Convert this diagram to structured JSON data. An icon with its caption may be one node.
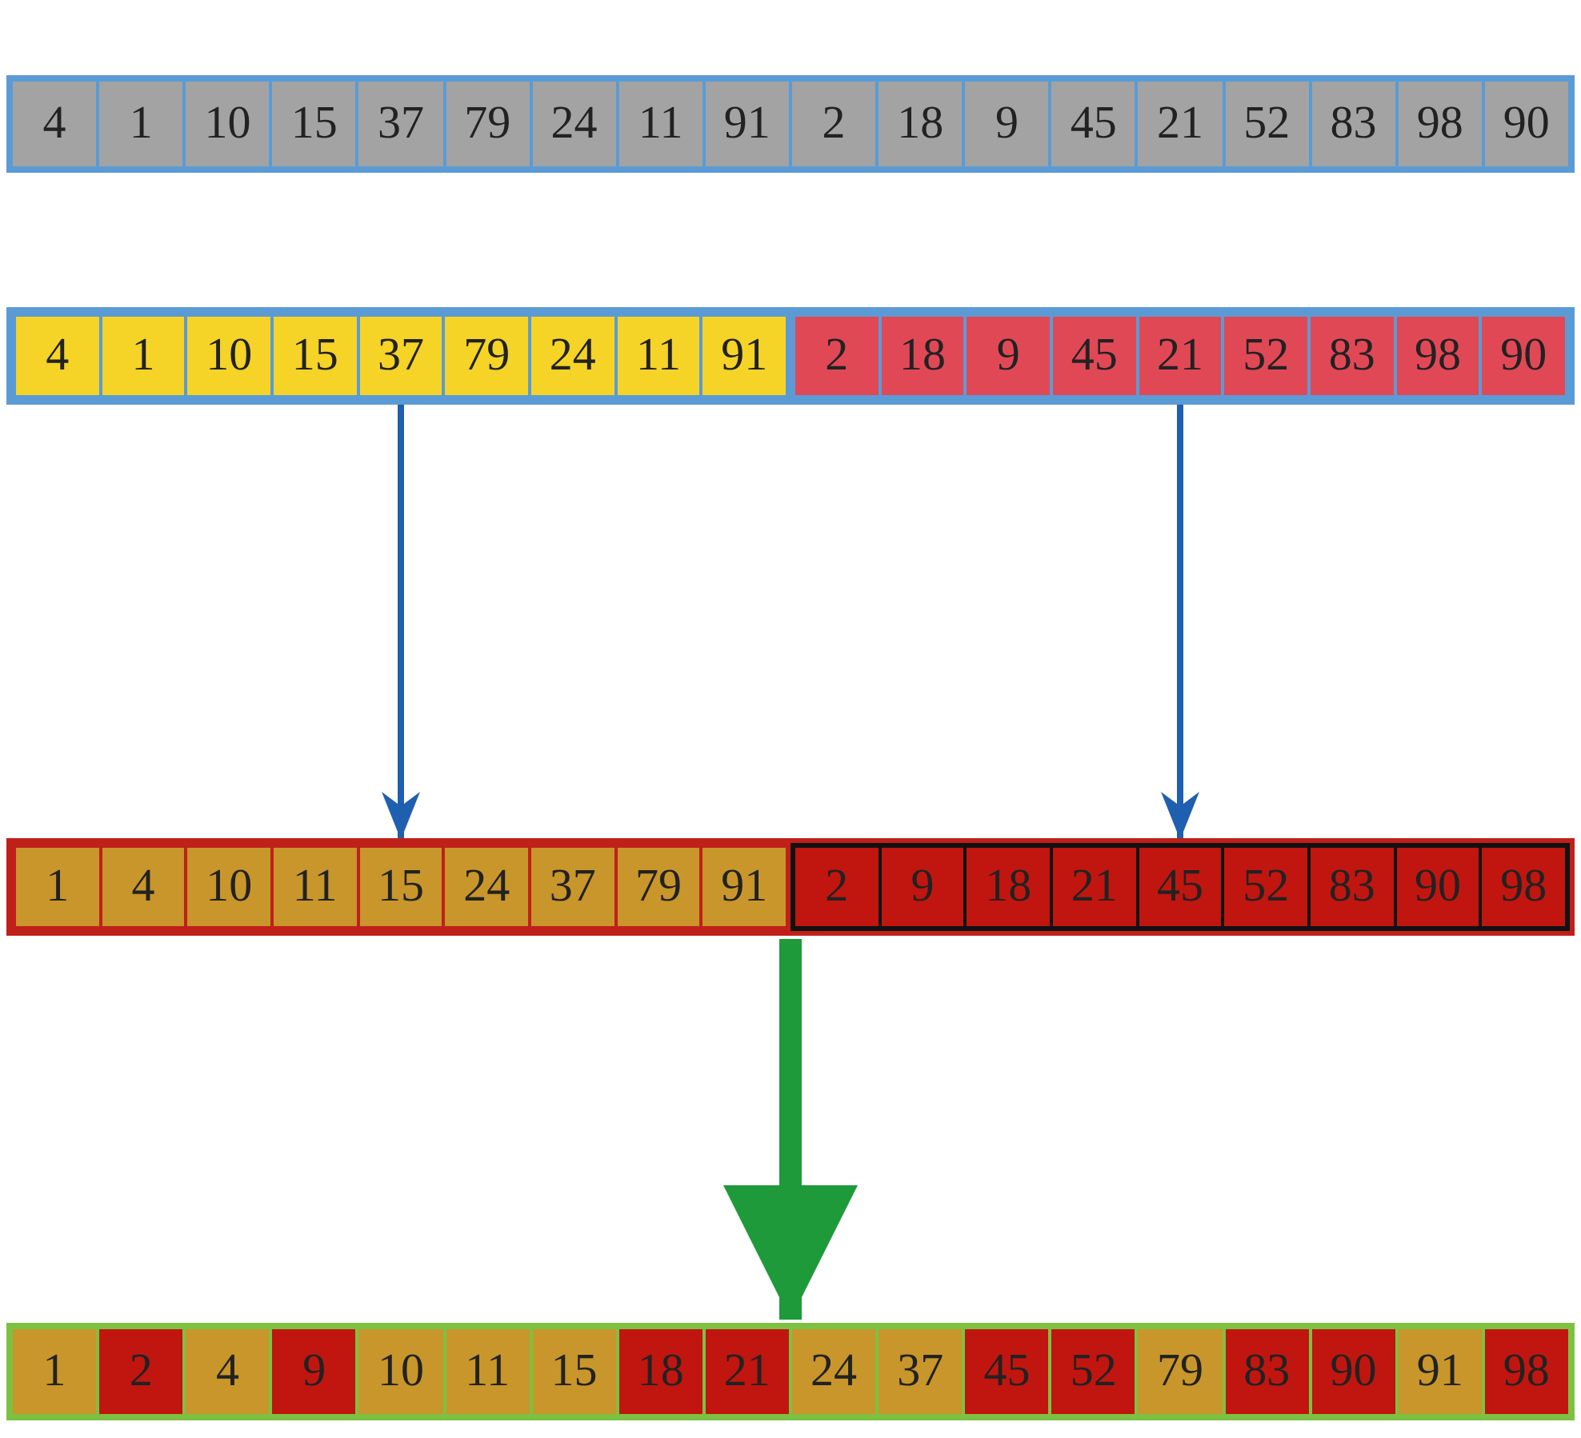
{
  "diagram": {
    "nodes": [
      {
        "text": [],
        "shape": "bar"
      },
      {
        "text": [
          "4"
        ],
        "in": 0
      },
      {
        "text": [
          "1"
        ],
        "in": 0
      },
      {
        "text": [
          "10"
        ],
        "in": 0
      },
      {
        "text": [
          "15"
        ],
        "in": 0
      },
      {
        "text": [
          "37"
        ],
        "in": 0
      },
      {
        "text": [
          "79"
        ],
        "in": 0
      },
      {
        "text": [
          "24"
        ],
        "in": 0
      },
      {
        "text": [
          "11"
        ],
        "in": 0
      },
      {
        "text": [
          "91"
        ],
        "in": 0
      },
      {
        "text": [
          "2"
        ],
        "in": 0
      },
      {
        "text": [
          "18"
        ],
        "in": 0
      },
      {
        "text": [
          "9"
        ],
        "in": 0
      },
      {
        "text": [
          "45"
        ],
        "in": 0
      },
      {
        "text": [
          "21"
        ],
        "in": 0
      },
      {
        "text": [
          "52"
        ],
        "in": 0
      },
      {
        "text": [
          "83"
        ],
        "in": 0
      },
      {
        "text": [
          "98"
        ],
        "in": 0
      },
      {
        "text": [
          "90"
        ],
        "in": 0
      },
      {
        "text": [],
        "shape": "bar"
      },
      {
        "text": [],
        "shape": "bar",
        "in": 19
      },
      {
        "text": [
          "4"
        ],
        "in": 20
      },
      {
        "text": [
          "1"
        ],
        "in": 20
      },
      {
        "text": [
          "10"
        ],
        "in": 20
      },
      {
        "text": [
          "15"
        ],
        "in": 20
      },
      {
        "text": [
          "37"
        ],
        "in": 20
      },
      {
        "text": [
          "79"
        ],
        "in": 20
      },
      {
        "text": [
          "24"
        ],
        "in": 20
      },
      {
        "text": [
          "11"
        ],
        "in": 20
      },
      {
        "text": [
          "91"
        ],
        "in": 20
      },
      {
        "text": [],
        "shape": "bar",
        "in": 19
      },
      {
        "text": [
          "2"
        ],
        "in": 30
      },
      {
        "text": [
          "18"
        ],
        "in": 30
      },
      {
        "text": [
          "9"
        ],
        "in": 30
      },
      {
        "text": [
          "45"
        ],
        "in": 30
      },
      {
        "text": [
          "21"
        ],
        "in": 30
      },
      {
        "text": [
          "52"
        ],
        "in": 30
      },
      {
        "text": [
          "83"
        ],
        "in": 30
      },
      {
        "text": [
          "98"
        ],
        "in": 30
      },
      {
        "text": [
          "90"
        ],
        "in": 30
      },
      {
        "text": [],
        "shape": "bar"
      },
      {
        "text": [],
        "shape": "bar",
        "in": 40
      },
      {
        "text": [
          "1"
        ],
        "in": 41
      },
      {
        "text": [
          "4"
        ],
        "in": 41
      },
      {
        "text": [
          "10"
        ],
        "in": 41
      },
      {
        "text": [
          "11"
        ],
        "in": 41
      },
      {
        "text": [
          "15"
        ],
        "in": 41
      },
      {
        "text": [
          "24"
        ],
        "in": 41
      },
      {
        "text": [
          "37"
        ],
        "in": 41
      },
      {
        "text": [
          "79"
        ],
        "in": 41
      },
      {
        "text": [
          "91"
        ],
        "in": 41
      },
      {
        "text": [],
        "shape": "bar",
        "in": 40
      },
      {
        "text": [
          "2"
        ],
        "in": 51
      },
      {
        "text": [
          "9"
        ],
        "in": 51
      },
      {
        "text": [
          "18"
        ],
        "in": 51
      },
      {
        "text": [
          "21"
        ],
        "in": 51
      },
      {
        "text": [
          "45"
        ],
        "in": 51
      },
      {
        "text": [
          "52"
        ],
        "in": 51
      },
      {
        "text": [
          "83"
        ],
        "in": 51
      },
      {
        "text": [
          "90"
        ],
        "in": 51
      },
      {
        "text": [
          "98"
        ],
        "in": 51
      },
      {
        "text": [],
        "shape": "bar"
      },
      {
        "text": [
          "1"
        ],
        "in": 61
      },
      {
        "text": [
          "2"
        ],
        "in": 61
      },
      {
        "text": [
          "4"
        ],
        "in": 61
      },
      {
        "text": [
          "9"
        ],
        "in": 61
      },
      {
        "text": [
          "10"
        ],
        "in": 61
      },
      {
        "text": [
          "11"
        ],
        "in": 61
      },
      {
        "text": [
          "15"
        ],
        "in": 61
      },
      {
        "text": [
          "18"
        ],
        "in": 61
      },
      {
        "text": [
          "21"
        ],
        "in": 61
      },
      {
        "text": [
          "24"
        ],
        "in": 61
      },
      {
        "text": [
          "37"
        ],
        "in": 61
      },
      {
        "text": [
          "45"
        ],
        "in": 61
      },
      {
        "text": [
          "52"
        ],
        "in": 61
      },
      {
        "text": [
          "79"
        ],
        "in": 61
      },
      {
        "text": [
          "83"
        ],
        "in": 61
      },
      {
        "text": [
          "90"
        ],
        "in": 61
      },
      {
        "text": [
          "91"
        ],
        "in": 61
      },
      {
        "text": [
          "98"
        ],
        "in": 61
      }
    ],
    "edges": [
      {
        "from": 20,
        "to": 41,
        "arrow": "to"
      },
      {
        "from": 30,
        "to": 51,
        "arrow": "to"
      },
      {
        "from": 40,
        "to": 61,
        "arrow": "to",
        "style": "thick",
        "color": "#1e9a3a"
      }
    ]
  }
}
